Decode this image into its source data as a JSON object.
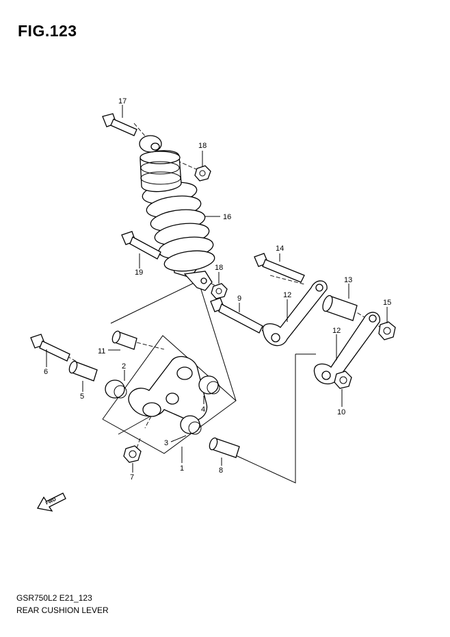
{
  "figure": {
    "title": "FIG.123",
    "code": "GSR750L2 E21_123",
    "name": "REAR CUSHION LEVER"
  },
  "direction_marker": {
    "text": "FWD",
    "icon": "fwd-arrow-icon"
  },
  "parts": [
    {
      "ref": "1",
      "part": "rear cushion lever"
    },
    {
      "ref": "2",
      "part": "bearing"
    },
    {
      "ref": "3",
      "part": "bearing"
    },
    {
      "ref": "4",
      "part": "bearing"
    },
    {
      "ref": "5",
      "part": "spacer"
    },
    {
      "ref": "6",
      "part": "bolt"
    },
    {
      "ref": "7",
      "part": "nut"
    },
    {
      "ref": "8",
      "part": "spacer"
    },
    {
      "ref": "9",
      "part": "bolt"
    },
    {
      "ref": "10",
      "part": "nut"
    },
    {
      "ref": "11",
      "part": "spacer"
    },
    {
      "ref": "12",
      "part": "cushion rod"
    },
    {
      "ref": "13",
      "part": "spacer"
    },
    {
      "ref": "14",
      "part": "bolt"
    },
    {
      "ref": "15",
      "part": "nut"
    },
    {
      "ref": "16",
      "part": "rear shock absorber"
    },
    {
      "ref": "17",
      "part": "bolt"
    },
    {
      "ref": "18",
      "part": "nut"
    },
    {
      "ref": "19",
      "part": "bolt"
    }
  ]
}
